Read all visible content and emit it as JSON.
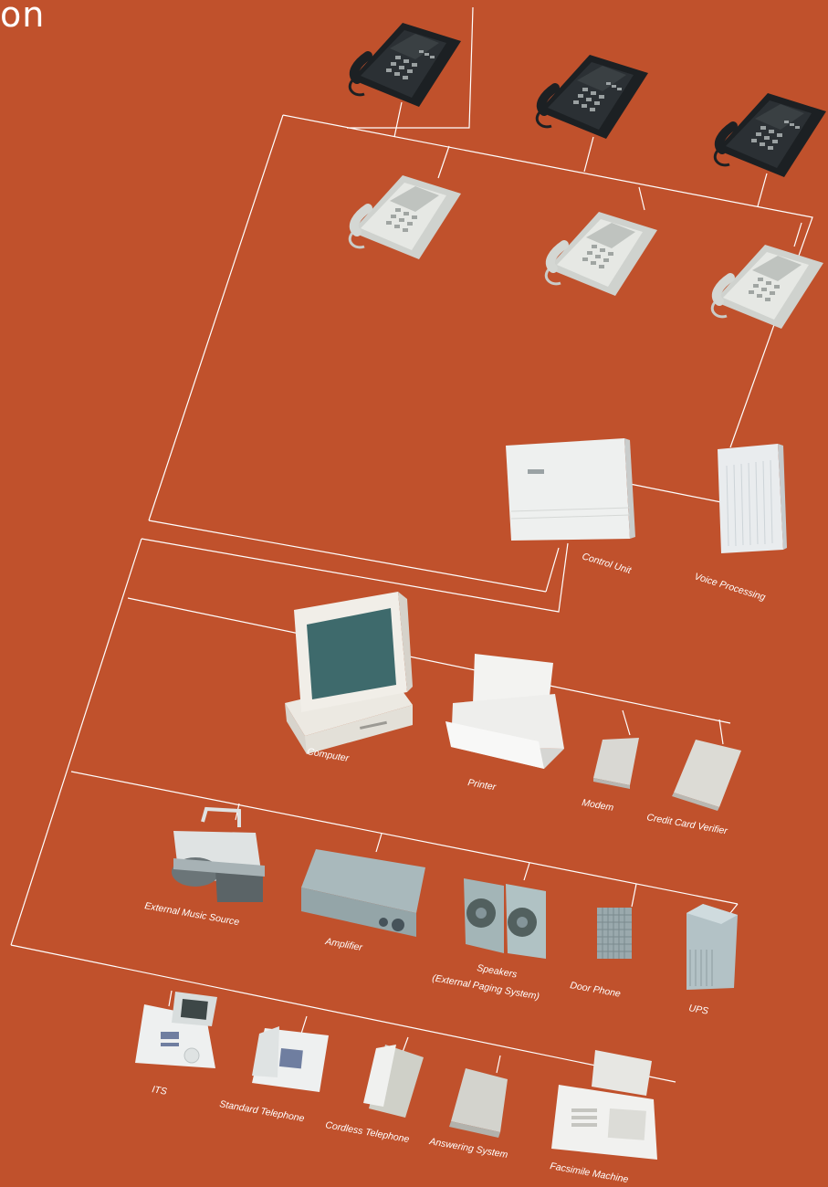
{
  "page": {
    "title_fragment": "on"
  },
  "labels": {
    "control_unit": "Control Unit",
    "voice_processing": "Voice Processing",
    "computer": "Computer",
    "printer": "Printer",
    "modem": "Modem",
    "credit_card_verifier": "Credit Card Verifier",
    "external_music_source": "External Music Source",
    "amplifier": "Amplifier",
    "speakers_line1": "Speakers",
    "speakers_line2": "(External Paging System)",
    "door_phone": "Door Phone",
    "ups": "UPS",
    "its": "ITS",
    "standard_telephone": "Standard Telephone",
    "cordless_telephone": "Cordless Telephone",
    "answering_system": "Answering System",
    "facsimile_machine": "Facsimile Machine"
  },
  "colors": {
    "background": "#c0512c",
    "line": "#ffffff",
    "device_dark": "#1f2326",
    "device_light": "#e4e6e2",
    "screen": "#3f6b6c"
  },
  "icons": {
    "phone_dark": "dark-keyphone-icon",
    "phone_light": "light-keyphone-icon",
    "control_unit": "control-unit-icon",
    "voice_processing": "voice-processing-icon"
  }
}
